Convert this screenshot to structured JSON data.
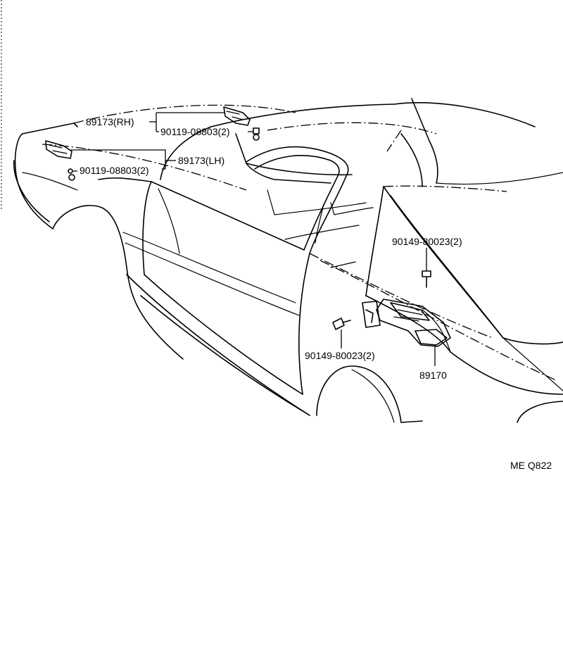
{
  "labels": {
    "sensor_rh": "89173(RH)",
    "bolt_rh": "90119-08803(2)",
    "sensor_lh": "89173(LH)",
    "bolt_lh": "90119-08803(2)",
    "screw_upper": "90149-80023(2)",
    "screw_lower": "90149-80023(2)",
    "module": "89170",
    "figure_code": "ME Q822"
  }
}
